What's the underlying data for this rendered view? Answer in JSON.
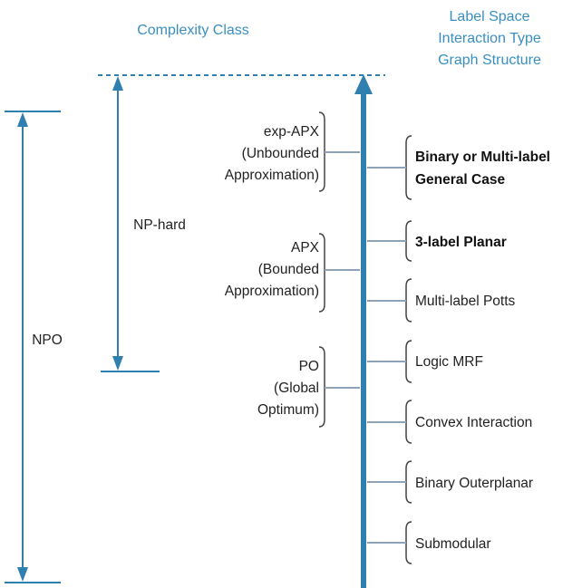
{
  "headers": {
    "complexity": "Complexity Class",
    "label_space": "Label Space",
    "interaction_type": "Interaction Type",
    "graph_structure": "Graph Structure"
  },
  "scope": {
    "npo": "NPO",
    "np_hard": "NP-hard"
  },
  "classes": [
    {
      "lines": [
        "exp-APX",
        "(Unbounded",
        "Approximation)"
      ]
    },
    {
      "lines": [
        "APX",
        "(Bounded",
        "Approximation)"
      ]
    },
    {
      "lines": [
        "PO",
        "(Global",
        "Optimum)"
      ]
    }
  ],
  "problems": [
    {
      "lines": [
        "Binary or Multi-label",
        "General Case"
      ],
      "bold": true
    },
    {
      "lines": [
        "3-label Planar"
      ],
      "bold": true
    },
    {
      "lines": [
        "Multi-label Potts"
      ],
      "bold": false
    },
    {
      "lines": [
        "Logic MRF"
      ],
      "bold": false
    },
    {
      "lines": [
        "Convex Interaction"
      ],
      "bold": false
    },
    {
      "lines": [
        "Binary Outerplanar"
      ],
      "bold": false
    },
    {
      "lines": [
        "Submodular"
      ],
      "bold": false
    }
  ],
  "colors": {
    "axis": "#2f7fb0",
    "arrow": "#3a8fc0",
    "connector": "#8fa3b8",
    "brace": "#444444",
    "header": "#3a8fc0"
  }
}
